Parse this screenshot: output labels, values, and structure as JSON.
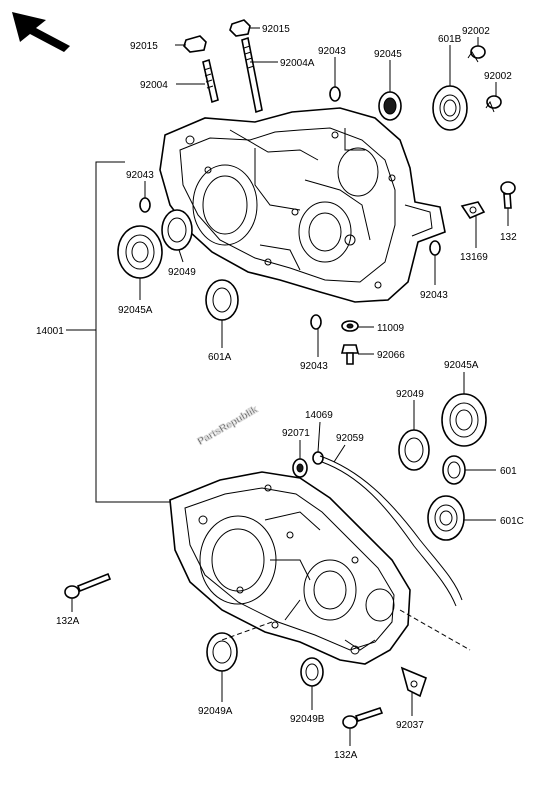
{
  "watermark": "PartsRepublik",
  "labels": {
    "l92015a": "92015",
    "l92015b": "92015",
    "l92004": "92004",
    "l92004a": "92004A",
    "l92043a": "92043",
    "l92045": "92045",
    "l601b": "601B",
    "l92002a": "92002",
    "l92002b": "92002",
    "l92043b": "92043",
    "l92045a1": "92045A",
    "l92049": "92049",
    "l13169": "13169",
    "l132": "132",
    "l92043c": "92043",
    "l14001": "14001",
    "l601a": "601A",
    "l11009": "11009",
    "l92043d": "92043",
    "l92066": "92066",
    "l92045a2": "92045A",
    "l14069": "14069",
    "l92049b": "92049",
    "l92071": "92071",
    "l92059": "92059",
    "l601": "601",
    "l601c": "601C",
    "l132a1": "132A",
    "l92049a": "92049A",
    "l92049bb": "92049B",
    "l92037": "92037",
    "l132a2": "132A"
  },
  "icons": {
    "corner_arrow": "front-direction-arrow"
  }
}
